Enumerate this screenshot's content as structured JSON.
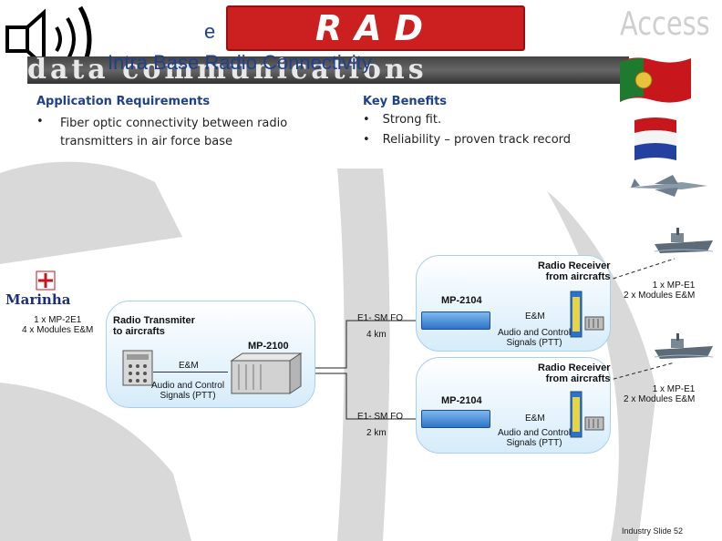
{
  "header": {
    "logo_text": "RAD",
    "access_text": "Access",
    "banner_text": "data communications",
    "title_line1": "e",
    "title_line2": "Intra Base Radio Connectivity"
  },
  "application": {
    "heading": "Application Requirements",
    "bullets": [
      "Fiber optic connectivity between radio transmitters  in air force base"
    ]
  },
  "benefits": {
    "heading": "Key Benefits",
    "bullets": [
      "Strong fit.",
      "Reliability – proven track record"
    ]
  },
  "left_site": {
    "logo": "Marinha",
    "modules": "1 x MP-2E1\n4 x Modules E&M",
    "tx_label": "Radio Transmiter\nto aircrafts",
    "device": "MP-2100",
    "em": "E&M",
    "audio": "Audio and Control\nSignals (PTT)"
  },
  "upper_site": {
    "rx_label": "Radio Receiver\nfrom aircrafts",
    "modules": "1 x MP-E1\n2 x Modules E&M",
    "device": "MP-2104",
    "link": "E1- SM FO",
    "distance": "4 km",
    "em": "E&M",
    "audio": "Audio and Control\nSignals (PTT)"
  },
  "lower_site": {
    "rx_label": "Radio Receiver\nfrom aircrafts",
    "modules": "1 x MP-E1\n2 x Modules E&M",
    "device": "MP-2104",
    "link": "E1- SM FO",
    "distance": "2 km",
    "em": "E&M",
    "audio": "Audio and Control\nSignals (PTT)"
  },
  "footer": {
    "text": "Industry  Slide 52"
  },
  "colors": {
    "title_blue": "#1f3f8f",
    "rad_red": "#cc1f1f",
    "cloud_blue": "#d6ecfa"
  }
}
